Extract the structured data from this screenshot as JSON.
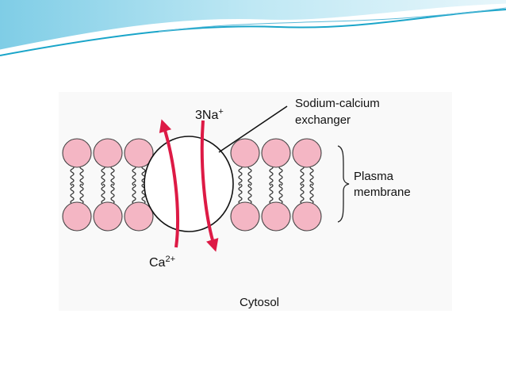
{
  "labels": {
    "sodium_ion_prefix": "3Na",
    "sodium_ion_charge": "+",
    "calcium_ion_prefix": "Ca",
    "calcium_ion_charge": "2+",
    "exchanger_line1": "Sodium-calcium",
    "exchanger_line2": "exchanger",
    "membrane_line1": "Plasma",
    "membrane_line2": "membrane",
    "cytosol": "Cytosol"
  },
  "colors": {
    "header_teal": "#1aa5c9",
    "header_light": "#bfe8f4",
    "lipid_head": "#f4b6c4",
    "arrow": "#dd1a45",
    "figure_bg": "#f9f9f9"
  }
}
